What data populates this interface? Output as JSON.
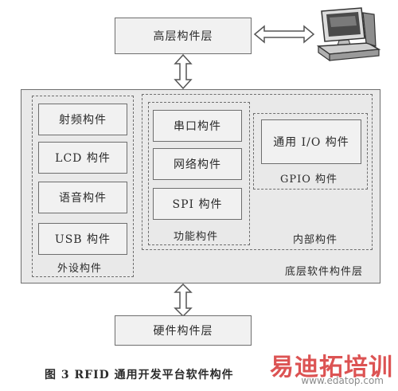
{
  "diagram": {
    "top_layer": "高层构件层",
    "bottom_layer": "硬件构件层",
    "base_layer_label": "底层软件构件层",
    "peripheral_group": {
      "label": "外设构件",
      "items": [
        "射频构件",
        "LCD 构件",
        "语音构件",
        "USB 构件"
      ]
    },
    "functional_group": {
      "label": "功能构件",
      "items": [
        "串口构件",
        "网络构件",
        "SPI 构件"
      ]
    },
    "gpio_group": {
      "label": "GPIO 构件",
      "items": [
        "通用 I/O 构件"
      ]
    },
    "internal_group": {
      "label": "内部构件"
    },
    "icons": [
      "computer-icon",
      "double-arrow-icon"
    ]
  },
  "caption": "图 3   RFID 通用开发平台软件构件",
  "watermark": {
    "brand": "易迪拓培训",
    "url": "www.edatop.com"
  }
}
